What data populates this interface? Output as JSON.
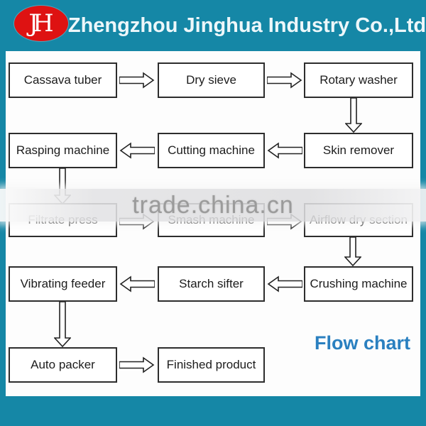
{
  "header": {
    "company": "Zhengzhou Jinghua Industry Co.,Ltd.",
    "logo_text": "JH",
    "banner_color": "#1587a6",
    "logo_color": "#de1212"
  },
  "watermark": {
    "text": "trade.china.cn",
    "color": "#9b9b9b"
  },
  "caption": {
    "label": "Flow chart",
    "color": "#2a80c0"
  },
  "flow": {
    "nodes": [
      {
        "id": "cassava-tuber",
        "label": "Cassava tuber"
      },
      {
        "id": "dry-sieve",
        "label": "Dry sieve"
      },
      {
        "id": "rotary-washer",
        "label": "Rotary washer"
      },
      {
        "id": "skin-remover",
        "label": "Skin remover"
      },
      {
        "id": "cutting-machine",
        "label": "Cutting machine"
      },
      {
        "id": "rasping-machine",
        "label": "Rasping machine"
      },
      {
        "id": "filtrate-press",
        "label": "Filtrate press"
      },
      {
        "id": "smash-machine",
        "label": "Smash machine"
      },
      {
        "id": "airflow-dry-section",
        "label": "Airflow dry section"
      },
      {
        "id": "crushing-machine",
        "label": "Crushing machine"
      },
      {
        "id": "starch-sifter",
        "label": "Starch sifter"
      },
      {
        "id": "vibrating-feeder",
        "label": "Vibrating feeder"
      },
      {
        "id": "auto-packer",
        "label": "Auto packer"
      },
      {
        "id": "finished-product",
        "label": "Finished product"
      }
    ],
    "edges": [
      {
        "from": "cassava-tuber",
        "to": "dry-sieve",
        "direction": "right"
      },
      {
        "from": "dry-sieve",
        "to": "rotary-washer",
        "direction": "right"
      },
      {
        "from": "rotary-washer",
        "to": "skin-remover",
        "direction": "down"
      },
      {
        "from": "skin-remover",
        "to": "cutting-machine",
        "direction": "left"
      },
      {
        "from": "cutting-machine",
        "to": "rasping-machine",
        "direction": "left"
      },
      {
        "from": "rasping-machine",
        "to": "filtrate-press",
        "direction": "down"
      },
      {
        "from": "filtrate-press",
        "to": "smash-machine",
        "direction": "right"
      },
      {
        "from": "smash-machine",
        "to": "airflow-dry-section",
        "direction": "right"
      },
      {
        "from": "airflow-dry-section",
        "to": "crushing-machine",
        "direction": "down"
      },
      {
        "from": "crushing-machine",
        "to": "starch-sifter",
        "direction": "left"
      },
      {
        "from": "starch-sifter",
        "to": "vibrating-feeder",
        "direction": "left"
      },
      {
        "from": "vibrating-feeder",
        "to": "auto-packer",
        "direction": "down"
      },
      {
        "from": "auto-packer",
        "to": "finished-product",
        "direction": "right"
      }
    ]
  }
}
